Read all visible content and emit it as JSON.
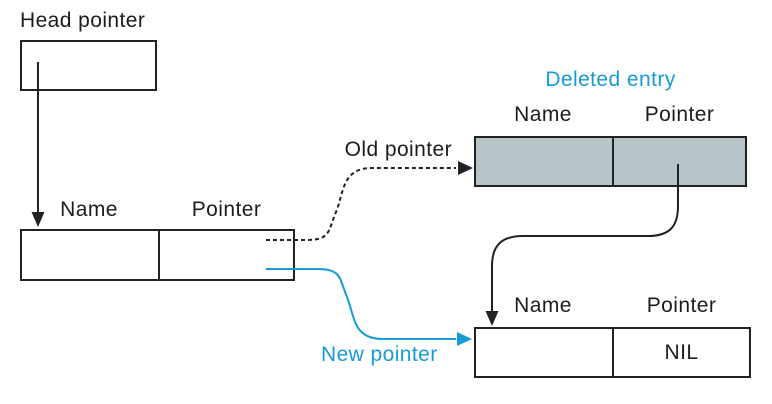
{
  "labels": {
    "head_pointer": "Head pointer",
    "old_pointer": "Old pointer",
    "new_pointer": "New pointer",
    "deleted_entry": "Deleted entry"
  },
  "nodes": {
    "first": {
      "name_header": "Name",
      "pointer_header": "Pointer",
      "name_value": "",
      "pointer_value": ""
    },
    "deleted": {
      "name_header": "Name",
      "pointer_header": "Pointer",
      "name_value": "",
      "pointer_value": ""
    },
    "tail": {
      "name_header": "Name",
      "pointer_header": "Pointer",
      "name_value": "",
      "pointer_value": "NIL"
    }
  },
  "colors": {
    "accent_cyan": "#169bd5",
    "deleted_fill": "#b6c3c7",
    "line": "#1f2223"
  }
}
